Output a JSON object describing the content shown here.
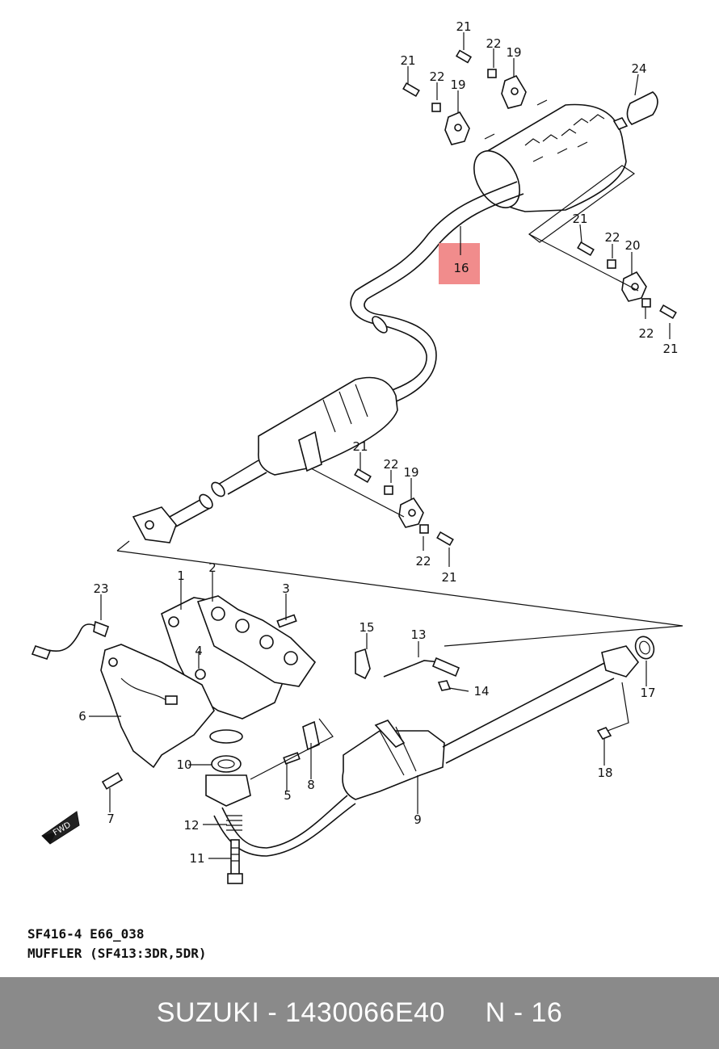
{
  "diagram": {
    "callouts": [
      "1",
      "2",
      "3",
      "4",
      "5",
      "6",
      "7",
      "8",
      "9",
      "10",
      "11",
      "12",
      "13",
      "14",
      "15",
      "16",
      "17",
      "18",
      "19",
      "20",
      "21",
      "22",
      "23",
      "24"
    ],
    "highlighted_callout": "16",
    "highlight_color": "#f08080",
    "fwd_label": "FWD"
  },
  "caption": {
    "line1": "SF416-4 E66_038",
    "line2": "MUFFLER (SF413:3DR,5DR)"
  },
  "footer": {
    "text": "SUZUKI - 1430066E40     N - 16",
    "background": "#8a8a8a"
  }
}
